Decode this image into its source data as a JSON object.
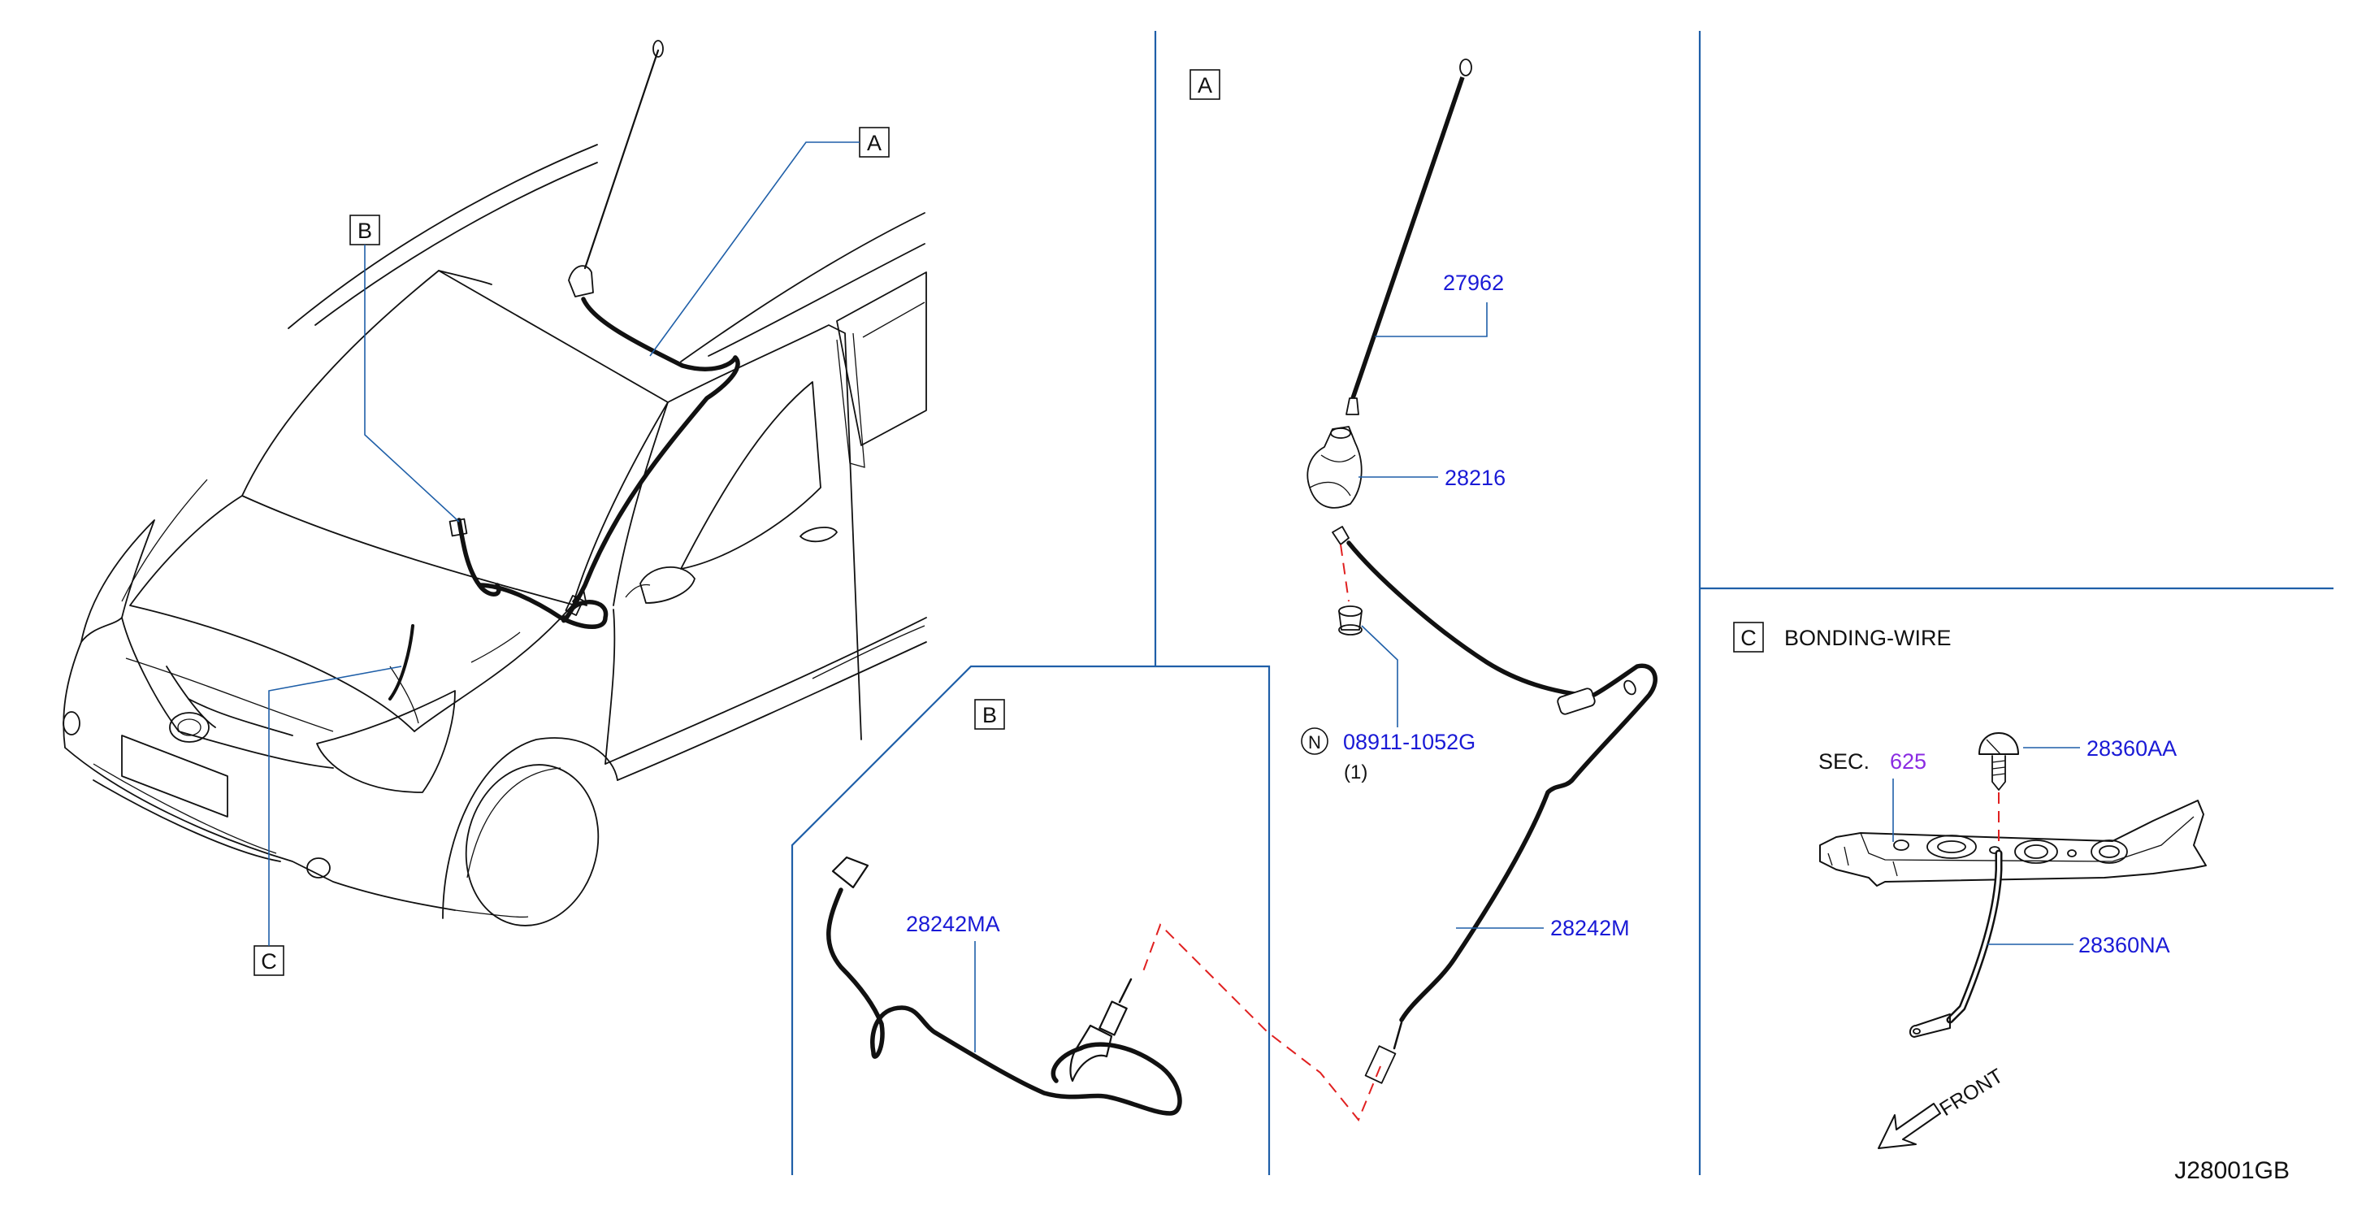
{
  "callouts": {
    "a": "A",
    "b": "B",
    "c": "C",
    "n": "N"
  },
  "parts": {
    "rod_antenna": "27962",
    "antenna_base": "28216",
    "nut": "08911-1052G",
    "nut_qty": "(1)",
    "feeder_cable": "28242M",
    "sub_cable": "28242MA",
    "bonding_screw": "28360AA",
    "bonding_wire": "28360NA"
  },
  "section_c": {
    "title": "BONDING-WIRE",
    "sec_prefix": "SEC.",
    "sec_number": "625",
    "front_label": "FRONT"
  },
  "diagram_code": "J28001GB",
  "colors": {
    "part_number": "#1a1ad6",
    "sec_reference": "#8a2be2",
    "leader_lines": "#1f5fa8",
    "dashed_guides": "#e02020"
  }
}
